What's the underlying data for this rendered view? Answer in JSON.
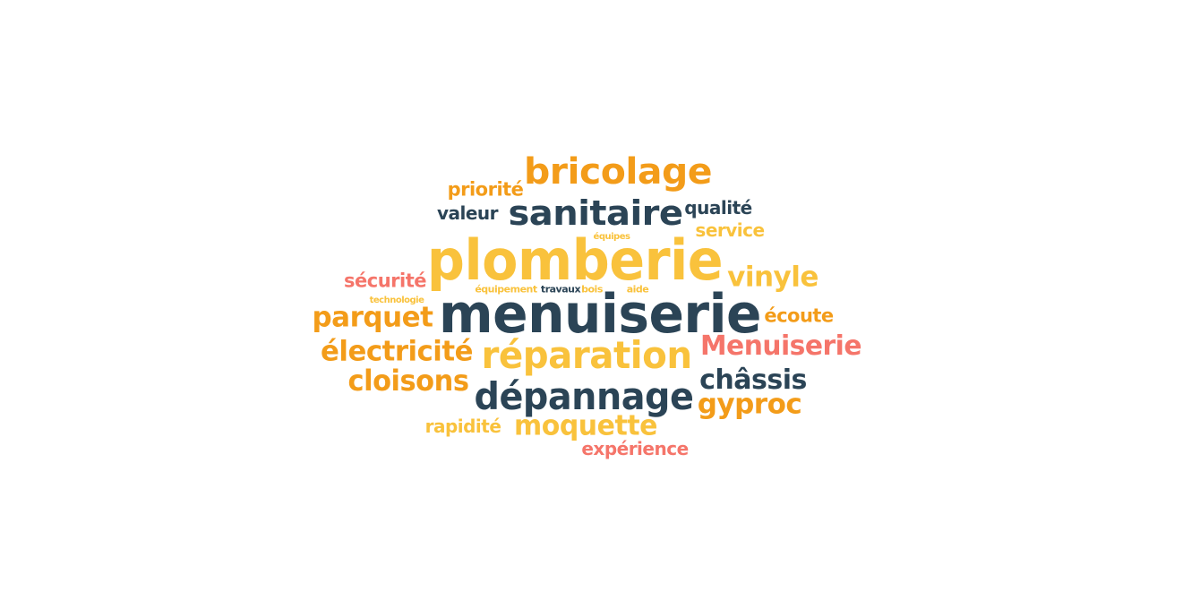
{
  "colors": {
    "navy": "#2b4456",
    "orange": "#f39c19",
    "yellow": "#f9c23c",
    "coral": "#f5756a",
    "background": "#ffffff"
  },
  "words": [
    {
      "text": "bricolage",
      "color": "orange"
    },
    {
      "text": "priorité",
      "color": "orange"
    },
    {
      "text": "valeur",
      "color": "navy"
    },
    {
      "text": "sanitaire",
      "color": "navy"
    },
    {
      "text": "qualité",
      "color": "navy"
    },
    {
      "text": "service",
      "color": "yellow"
    },
    {
      "text": "équipes",
      "color": "yellow"
    },
    {
      "text": "plomberie",
      "color": "yellow"
    },
    {
      "text": "vinyle",
      "color": "yellow"
    },
    {
      "text": "sécurité",
      "color": "coral"
    },
    {
      "text": "technologie",
      "color": "yellow"
    },
    {
      "text": "équipement",
      "color": "yellow"
    },
    {
      "text": "travaux",
      "color": "navy"
    },
    {
      "text": "bois",
      "color": "yellow"
    },
    {
      "text": "aide",
      "color": "yellow"
    },
    {
      "text": "menuiserie",
      "color": "navy"
    },
    {
      "text": "parquet",
      "color": "orange"
    },
    {
      "text": "écoute",
      "color": "orange"
    },
    {
      "text": "Menuiserie",
      "color": "coral"
    },
    {
      "text": "électricité",
      "color": "orange"
    },
    {
      "text": "réparation",
      "color": "yellow"
    },
    {
      "text": "cloisons",
      "color": "orange"
    },
    {
      "text": "châssis",
      "color": "navy"
    },
    {
      "text": "dépannage",
      "color": "navy"
    },
    {
      "text": "gyproc",
      "color": "orange"
    },
    {
      "text": "rapidité",
      "color": "yellow"
    },
    {
      "text": "moquette",
      "color": "yellow"
    },
    {
      "text": "expérience",
      "color": "coral"
    }
  ]
}
